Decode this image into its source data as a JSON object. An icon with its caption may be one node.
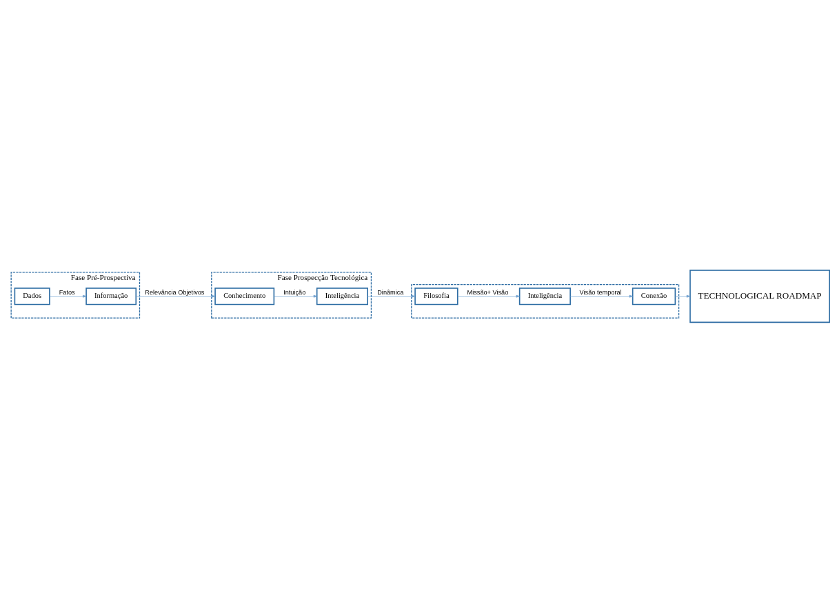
{
  "diagram": {
    "nodes": [
      {
        "text": [
          "Fase Pré-Prospectiva"
        ]
      },
      {
        "text": [
          "Dados"
        ],
        "in": 0
      },
      {
        "text": [
          "Informação"
        ],
        "in": 0
      },
      {
        "text": [
          "Fase Prospecção Tecnológica"
        ]
      },
      {
        "text": [
          "Conhecimento"
        ],
        "in": 3
      },
      {
        "text": [
          "Inteligência"
        ],
        "in": 3
      },
      {
        "text": [],
        "shape": "box"
      },
      {
        "text": [
          "Filosofia"
        ],
        "in": 6
      },
      {
        "text": [
          "Inteligência"
        ],
        "in": 6
      },
      {
        "text": [
          "Conexão"
        ],
        "in": 6
      },
      {
        "text": [
          "TECHNOLOGICAL ROADMAP"
        ]
      }
    ],
    "edges": [
      {
        "from": 1,
        "to": 2,
        "arrow": "to",
        "label": "Fatos"
      },
      {
        "from": 2,
        "to": 4,
        "arrow": "to",
        "label": "Relevância Objetivos"
      },
      {
        "from": 4,
        "to": 5,
        "arrow": "to",
        "label": "Intuição"
      },
      {
        "from": 5,
        "to": 7,
        "arrow": "to",
        "label": "Dinâmica"
      },
      {
        "from": 7,
        "to": 8,
        "arrow": "to",
        "label": "Missão+ Visão"
      },
      {
        "from": 8,
        "to": 9,
        "arrow": "to",
        "label": "Visão temporal"
      },
      {
        "from": 9,
        "to": 10,
        "arrow": "to"
      }
    ]
  }
}
